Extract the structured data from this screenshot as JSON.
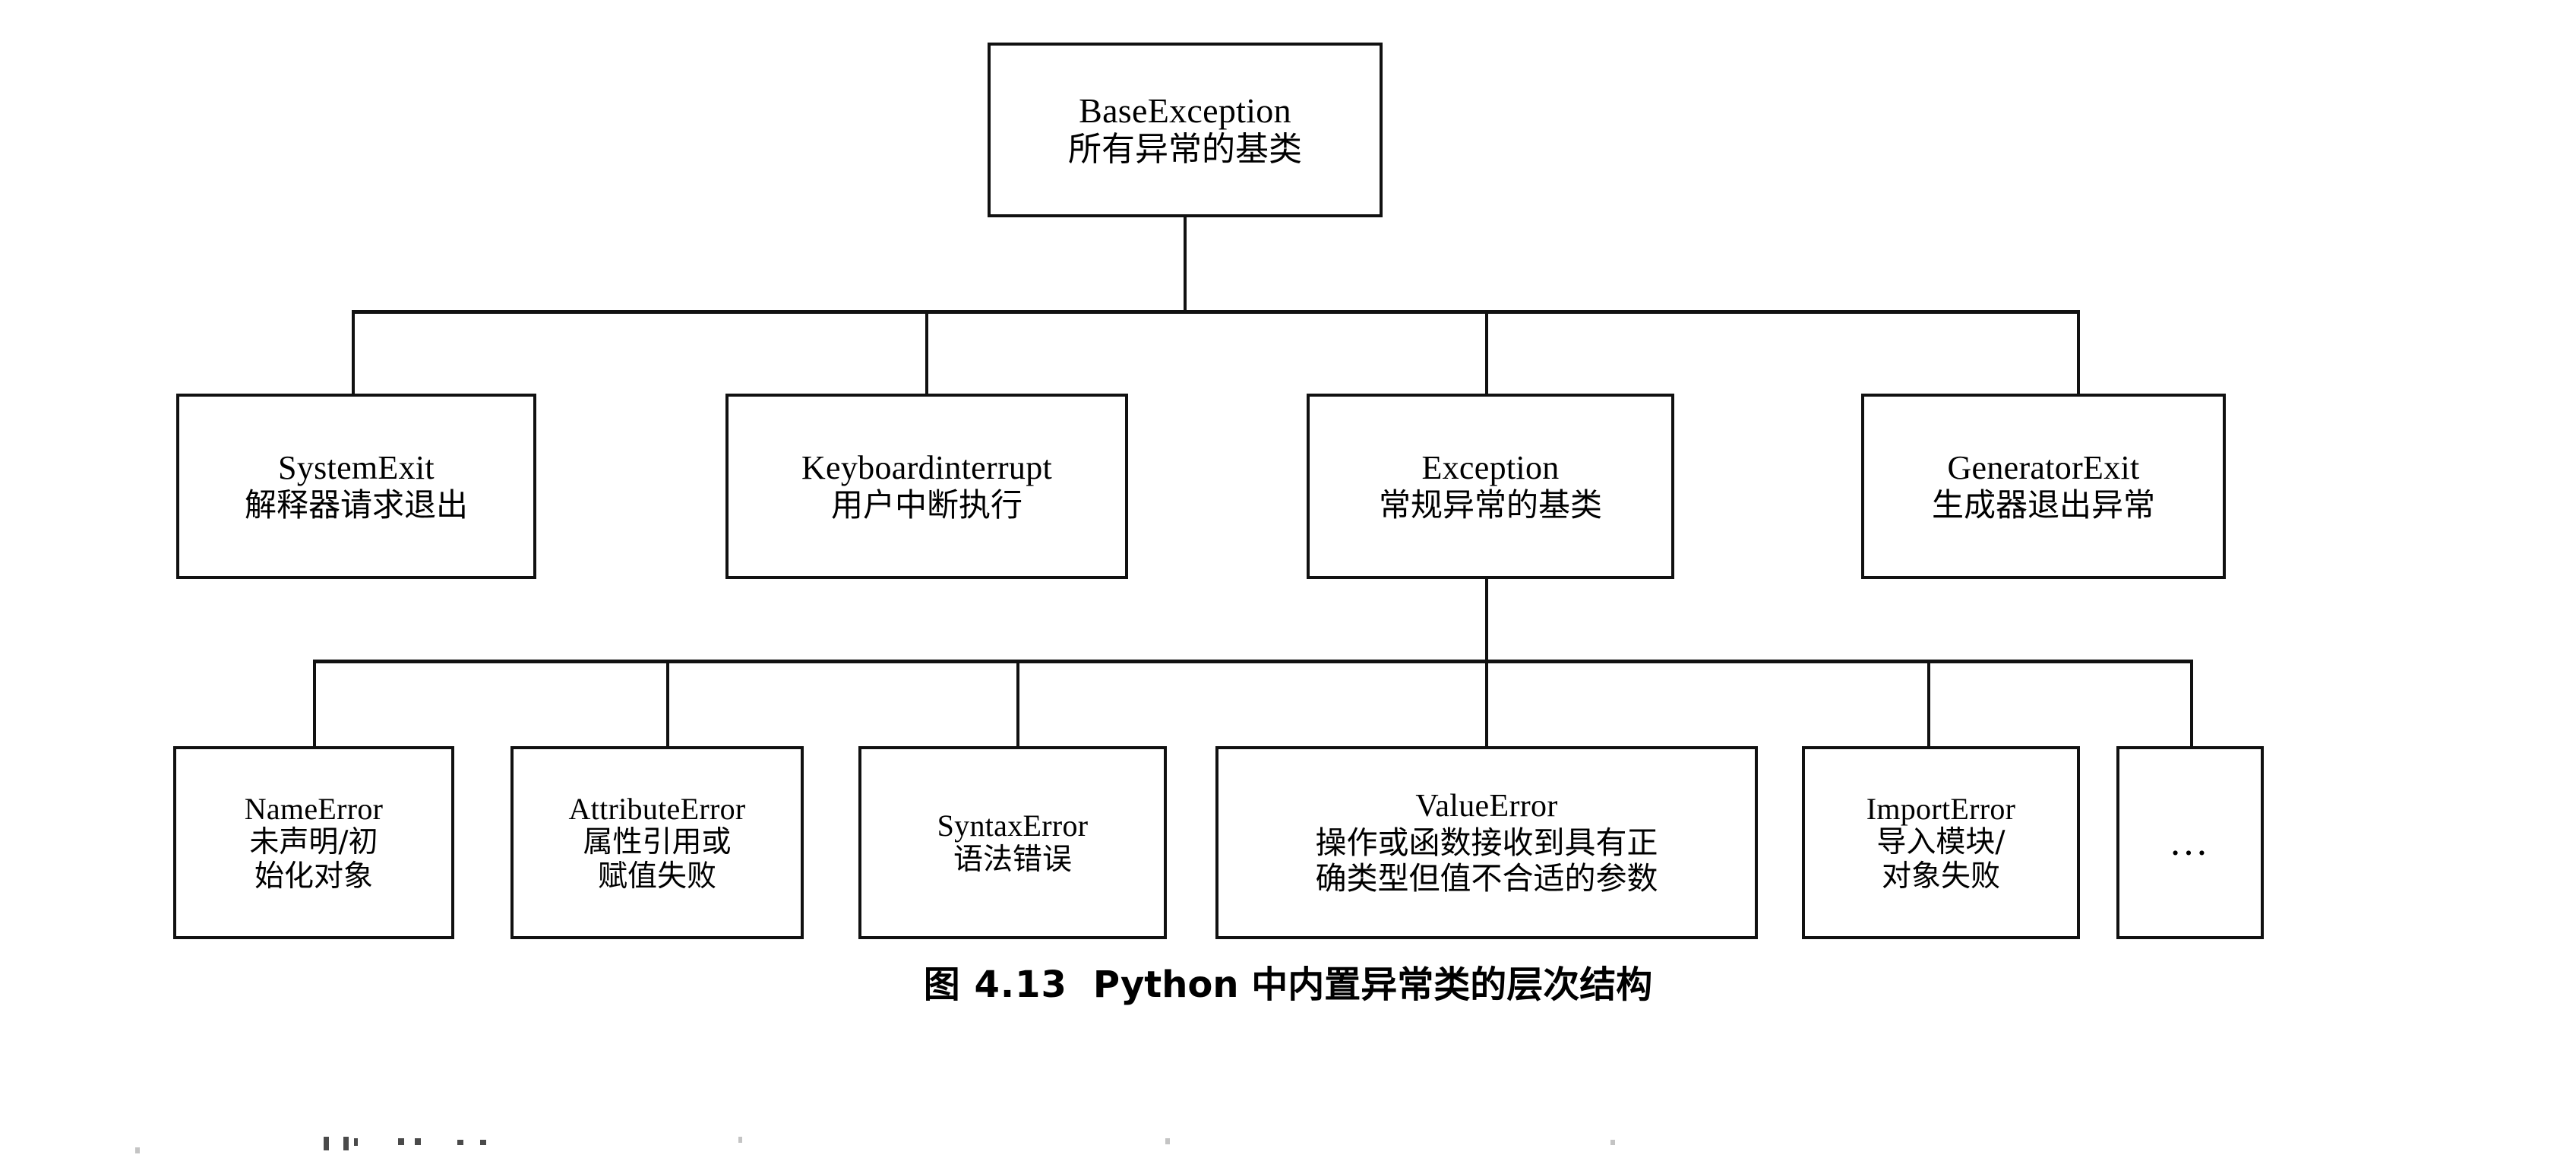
{
  "figure": {
    "caption_number": "图 4.13",
    "caption_title": "Python 中内置异常类的层次结构",
    "diagram_type": "hierarchy-tree",
    "line_color": "#111111",
    "background_color": "#ffffff"
  },
  "nodes": {
    "root": {
      "en": "BaseException",
      "cn": "所有异常的基类"
    },
    "level2": [
      {
        "en": "SystemExit",
        "cn": "解释器请求退出"
      },
      {
        "en": "Keyboardinterrupt",
        "cn": "用户中断执行"
      },
      {
        "en": "Exception",
        "cn": "常规异常的基类"
      },
      {
        "en": "GeneratorExit",
        "cn": "生成器退出异常"
      }
    ],
    "level3": [
      {
        "en": "NameError",
        "cn1": "未声明/初",
        "cn2": "始化对象"
      },
      {
        "en": "AttributeError",
        "cn1": "属性引用或",
        "cn2": "赋值失败"
      },
      {
        "en": "SyntaxError",
        "cn1": "语法错误",
        "cn2": ""
      },
      {
        "en": "ValueError",
        "cn1": "操作或函数接收到具有正",
        "cn2": "确类型但值不合适的参数"
      },
      {
        "en": "ImportError",
        "cn1": "导入模块/",
        "cn2": "对象失败"
      },
      {
        "en": "…",
        "cn1": "",
        "cn2": ""
      }
    ]
  }
}
